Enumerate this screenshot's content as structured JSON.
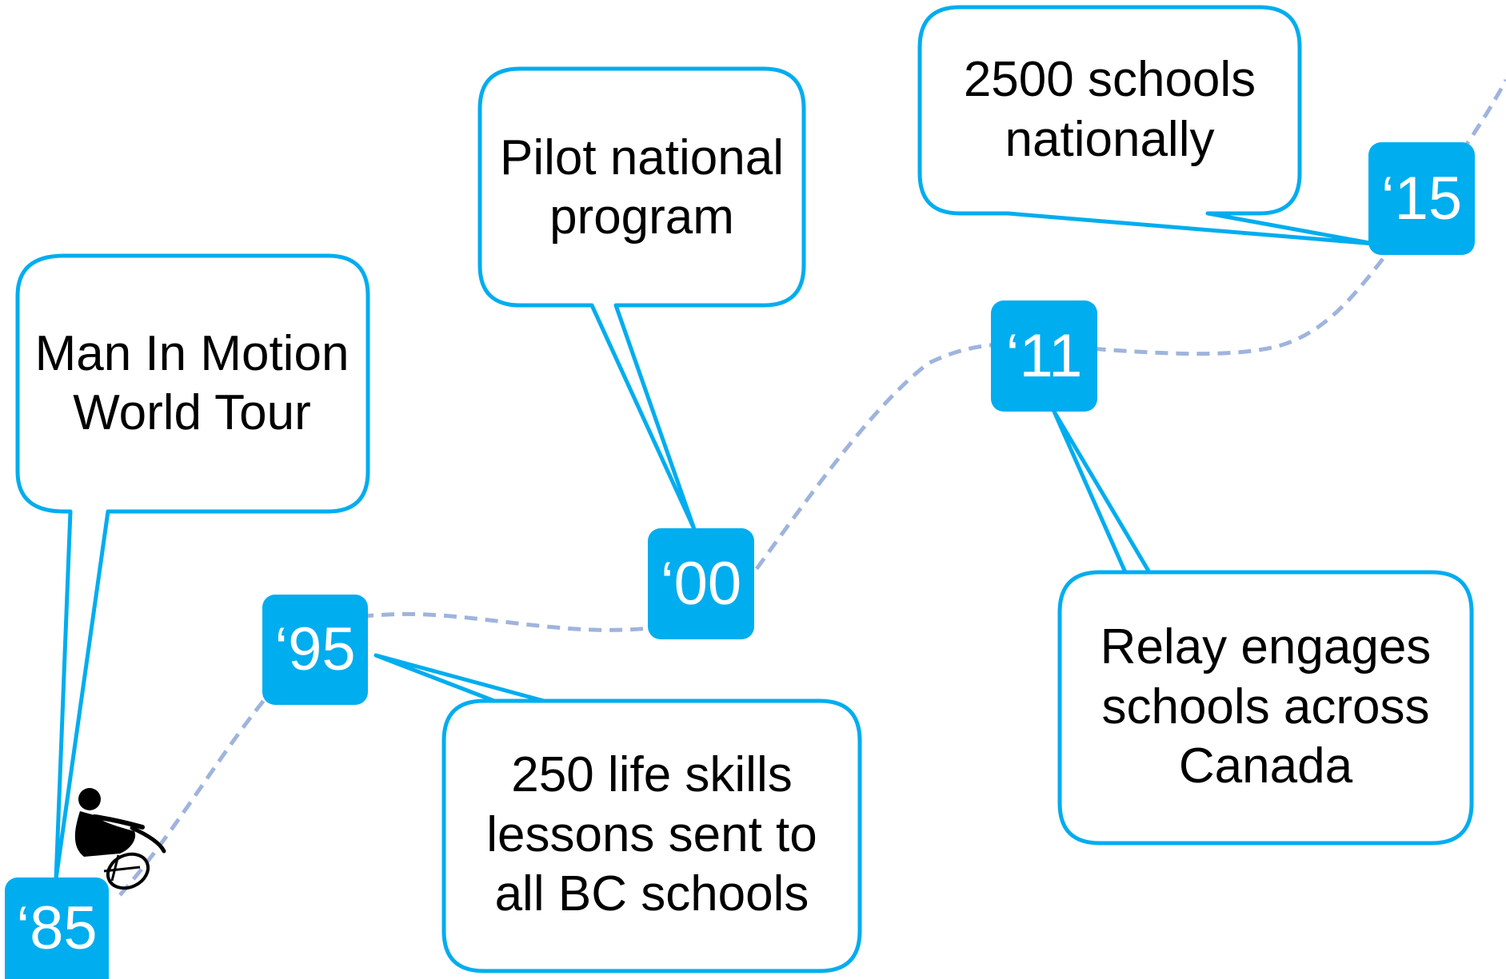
{
  "colors": {
    "accent": "#00adef",
    "path": "#9fb4dd",
    "text": "#000000",
    "figure": "#000000"
  },
  "milestones": [
    {
      "year": "‘85",
      "text": "Man In Motion World Tour"
    },
    {
      "year": "‘95",
      "text": "250 life skills lessons sent to all BC schools"
    },
    {
      "year": "‘00",
      "text": "Pilot national program"
    },
    {
      "year": "‘11",
      "text": "Relay engages schools across Canada"
    },
    {
      "year": "‘15",
      "text": "2500 schools nationally"
    }
  ],
  "icons": {
    "wheelchair_figure": "wheelchair-athlete-icon"
  }
}
